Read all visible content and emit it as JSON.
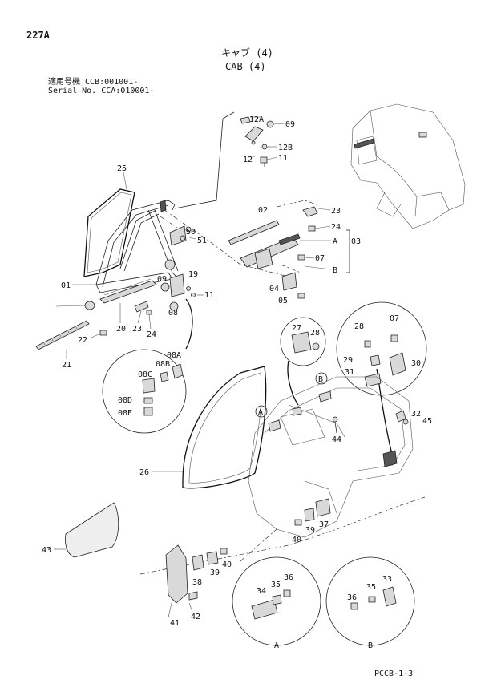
{
  "header": {
    "page_number": "227A",
    "title_jp": "キャブ (4)",
    "title_en": "CAB (4)",
    "serial_line1": "適用号機 CCB:001001-",
    "serial_line2": "Serial No. CCA:010001-"
  },
  "footer": {
    "code": "PCCB-1-3"
  },
  "callouts": [
    "12A",
    "09",
    "12B",
    "12",
    "11",
    "25",
    "23",
    "02",
    "24",
    "50",
    "51",
    "A",
    "03",
    "07",
    "B",
    "01",
    "19",
    "09",
    "08",
    "11",
    "04",
    "05",
    "20",
    "23",
    "24",
    "22",
    "21",
    "08A",
    "08B",
    "08C",
    "08D",
    "08E",
    "27",
    "28",
    "28",
    "07",
    "29",
    "30",
    "31",
    "32",
    "45",
    "44",
    "26",
    "43",
    "37",
    "39",
    "40",
    "38",
    "39",
    "40",
    "41",
    "42",
    "34",
    "35",
    "36",
    "33",
    "35",
    "36",
    "A",
    "B"
  ],
  "detail_labels": {
    "a": "A",
    "b": "B"
  }
}
